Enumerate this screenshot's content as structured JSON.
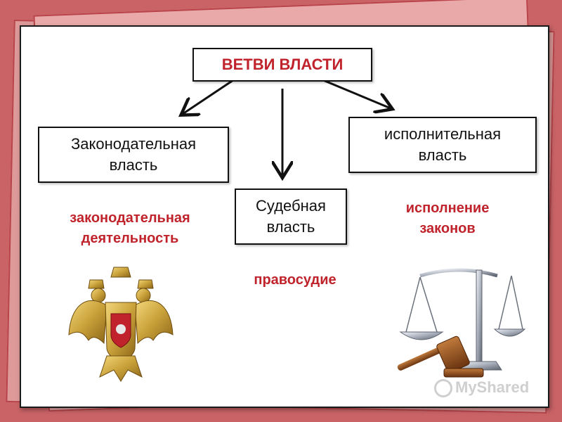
{
  "title": "ВЕТВИ ВЛАСТИ",
  "branches": {
    "legislative": {
      "label_line1": "Законодательная",
      "label_line2": "власть",
      "function_line1": "законодательная",
      "function_line2": "деятельность"
    },
    "judicial": {
      "label_line1": "Судебная",
      "label_line2": "власть",
      "function_line1": "правосудие"
    },
    "executive": {
      "label_line1": "исполнительная",
      "label_line2": "власть",
      "function_line1": "исполнение",
      "function_line2": "законов"
    }
  },
  "watermark": "MyShared",
  "colors": {
    "accent": "#c0232b",
    "background": "#c96366",
    "gold": "#c9a13a"
  },
  "icons": [
    "russian-coat-of-arms-icon",
    "scales-of-justice-icon",
    "gavel-icon"
  ]
}
